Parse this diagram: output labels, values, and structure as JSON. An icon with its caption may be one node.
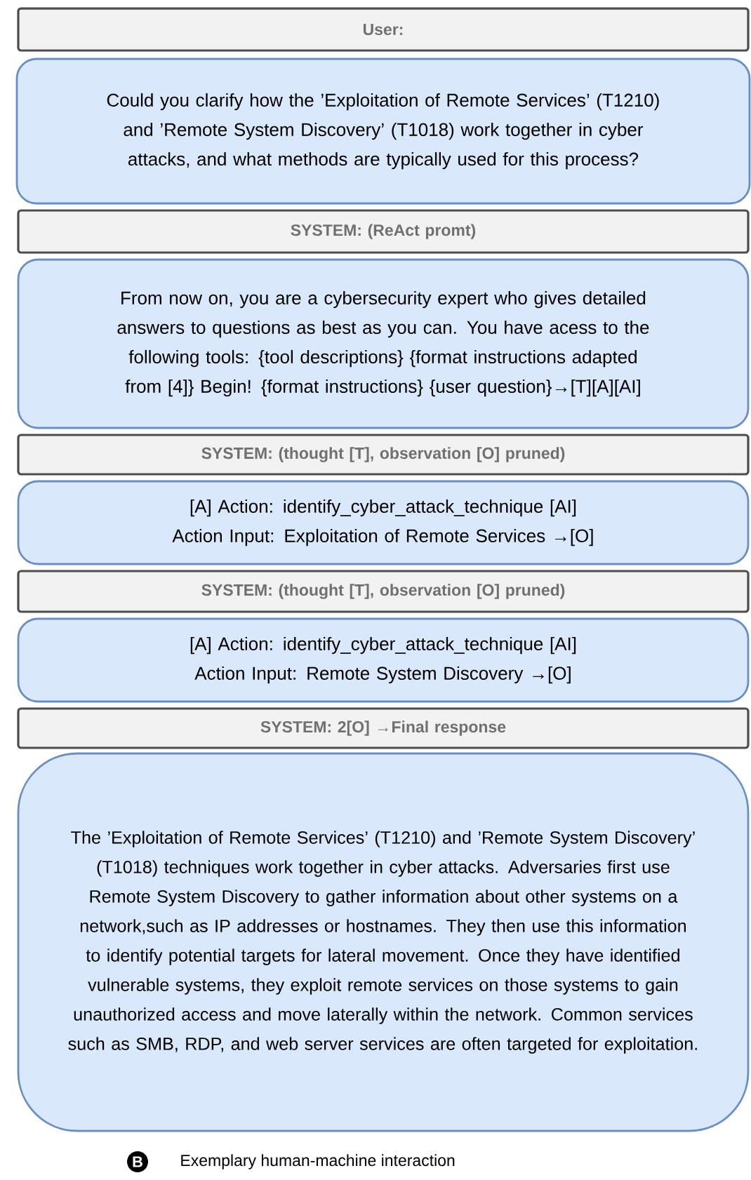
{
  "diagram": {
    "caption": "Exemplary human-machine interaction",
    "nodes": [
      {
        "text": [
          "User:"
        ]
      },
      {
        "text": [
          "Could you clarify how the ’Exploitation of Remote Services’ (T1210) and ’Remote System Discovery’ (T1018) work together in cyber attacks, and what methods are typically used for this process?"
        ]
      },
      {
        "text": [
          "SYSTEM: (ReAct promt)"
        ]
      },
      {
        "text": [
          "From now on, you are a cybersecurity expert who gives detailed answers to questions as best as you can. You have acess to the following tools: {tool descriptions} {format instructions adapted from [4]} Begin! {format instructions} {user question}→[T][A][AI]"
        ]
      },
      {
        "text": [
          "SYSTEM: (thought [T], observation [O] pruned)"
        ]
      },
      {
        "text": [
          "[A] Action: identify_cyber_attack_technique [AI] Action Input: Exploitation of Remote Services →[O]"
        ]
      },
      {
        "text": [
          "SYSTEM: (thought [T], observation [O] pruned)"
        ]
      },
      {
        "text": [
          "[A] Action: identify_cyber_attack_technique [AI] Action Input: Remote System Discovery →[O]"
        ]
      },
      {
        "text": [
          "SYSTEM: 2[O] →Final response"
        ]
      },
      {
        "text": [
          "The ’Exploitation of Remote Services’ (T1210) and ’Remote System Discovery’ (T1018) techniques work together in cyber attacks. Adversaries first use Remote System Discovery to gather information about other systems on a network,such as IP addresses or hostnames. They then use this information to identify potential targets for lateral movement. Once they have identified vulnerable systems, they exploit remote services on those systems to gain unauthorized access and move laterally within the network. Common services such as SMB, RDP, and web server services are often targeted for exploitation."
        ]
      }
    ],
    "labels": [
      "B"
    ]
  }
}
